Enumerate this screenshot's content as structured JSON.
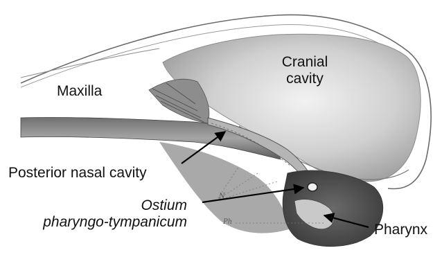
{
  "labels": {
    "maxilla": "Maxilla",
    "cranial_line1": "Cranial",
    "cranial_line2": "cavity",
    "posterior_nasal": "Posterior nasal cavity",
    "ostium_line1": "Ostium",
    "ostium_line2": "pharyngo-tympanicum",
    "pharynx": "Pharynx",
    "mark_n": "N",
    "mark_ph": "Ph"
  },
  "colors": {
    "background": "#ffffff",
    "tissue_dark": "#4a4a4a",
    "tissue_mid": "#8a8a8a",
    "tissue_light": "#d9d9d9",
    "outline": "#555555",
    "arrow": "#000000"
  }
}
